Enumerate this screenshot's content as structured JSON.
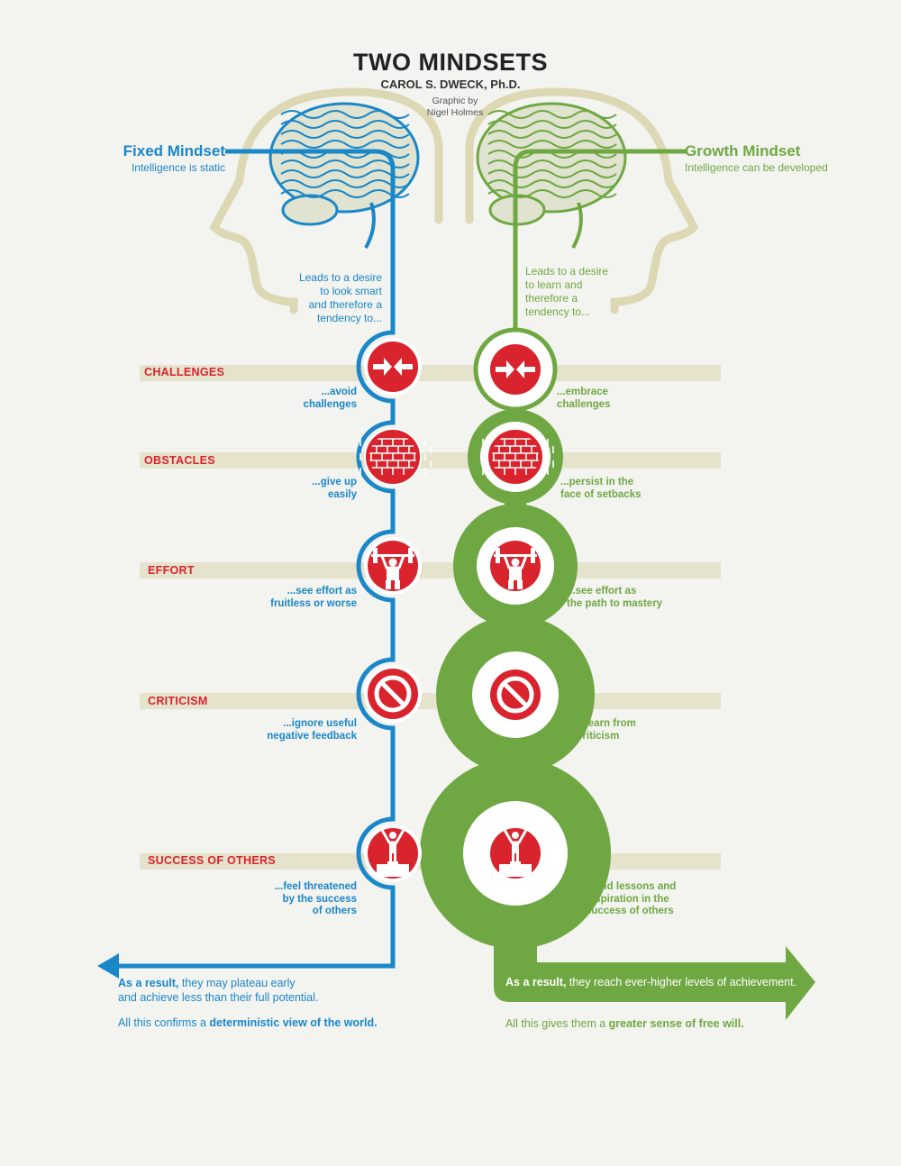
{
  "header": {
    "title": "TWO MINDSETS",
    "author": "CAROL S. DWECK, Ph.D.",
    "credit": "Graphic by\nNigel Holmes"
  },
  "colors": {
    "fixed": "#1a87c9",
    "growth": "#6fa843",
    "accent": "#d9232d",
    "band": "#e2dfc6",
    "head": "#dcd8b4"
  },
  "fixed": {
    "heading": "Fixed Mindset",
    "subheading": "Intelligence is static",
    "lead": "Leads to a desire\nto look smart\nand therefore a\ntendency to...",
    "result_bold": "As a result,",
    "result_text": " they may plateau early\nand achieve less than their full potential.",
    "conclusion_text": "All this confirms a ",
    "conclusion_bold": "deterministic view of the world."
  },
  "growth": {
    "heading": "Growth Mindset",
    "subheading": "Intelligence can be developed",
    "lead": "Leads to a desire\nto learn and\ntherefore a\ntendency to...",
    "result_bold": "As a result,",
    "result_text": " they reach ever-higher levels of achievement.",
    "conclusion_text": "All this gives them a ",
    "conclusion_bold": "greater sense of free will."
  },
  "rows": [
    {
      "category": "CHALLENGES",
      "icon": "arrows-icon",
      "fixed": "...avoid\nchallenges",
      "growth": "...embrace\nchallenges"
    },
    {
      "category": "OBSTACLES",
      "icon": "brick-wall-icon",
      "fixed": "...give up\neasily",
      "growth": "...persist in the\nface of setbacks"
    },
    {
      "category": "EFFORT",
      "icon": "weightlifter-icon",
      "fixed": "...see effort as\nfruitless or worse",
      "growth": "...see effort as\nthe path to mastery"
    },
    {
      "category": "CRITICISM",
      "icon": "no-sign-icon",
      "fixed": "...ignore useful\nnegative feedback",
      "growth": "...learn from\ncriticism"
    },
    {
      "category": "SUCCESS OF OTHERS",
      "icon": "winner-podium-icon",
      "fixed": "...feel threatened\nby the success\nof others",
      "growth": "...find lessons and\ninspiration in the\nsuccess of others"
    }
  ]
}
